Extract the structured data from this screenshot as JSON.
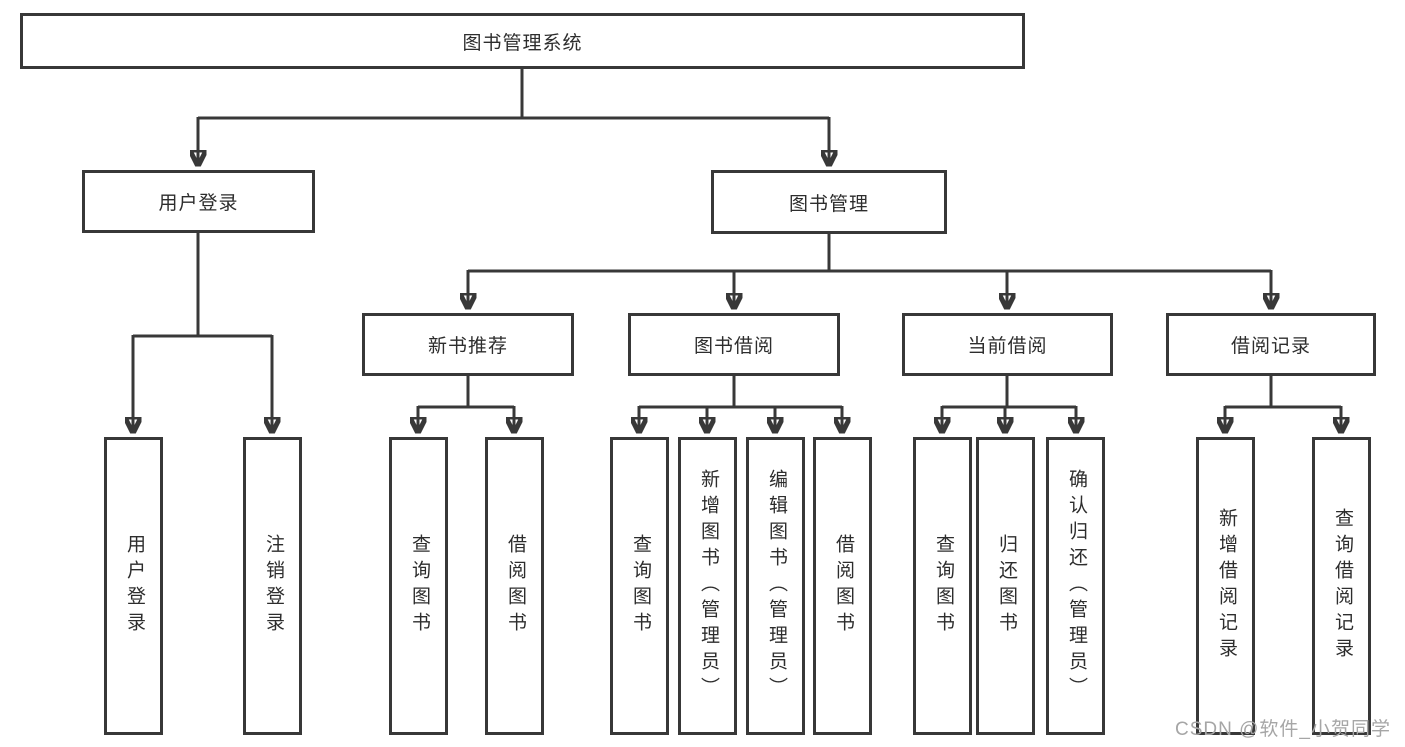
{
  "tree": {
    "label": "图书管理系统",
    "children": [
      {
        "label": "用户登录",
        "children": [
          {
            "label": "用户登录"
          },
          {
            "label": "注销登录"
          }
        ]
      },
      {
        "label": "图书管理",
        "children": [
          {
            "label": "新书推荐",
            "children": [
              {
                "label": "查询图书"
              },
              {
                "label": "借阅图书"
              }
            ]
          },
          {
            "label": "图书借阅",
            "children": [
              {
                "label": "查询图书"
              },
              {
                "label": "新增图书（管理员）"
              },
              {
                "label": "编辑图书（管理员）"
              },
              {
                "label": "借阅图书"
              }
            ]
          },
          {
            "label": "当前借阅",
            "children": [
              {
                "label": "查询图书"
              },
              {
                "label": "归还图书"
              },
              {
                "label": "确认归还（管理员）"
              }
            ]
          },
          {
            "label": "借阅记录",
            "children": [
              {
                "label": "新增借阅记录"
              },
              {
                "label": "查询借阅记录"
              }
            ]
          }
        ]
      }
    ]
  },
  "watermark": "CSDN @软件_小贺同学",
  "colors": {
    "line": "#383838",
    "text": "#2d2d2d",
    "watermark": "#a6a6a6",
    "background": "#ffffff"
  }
}
